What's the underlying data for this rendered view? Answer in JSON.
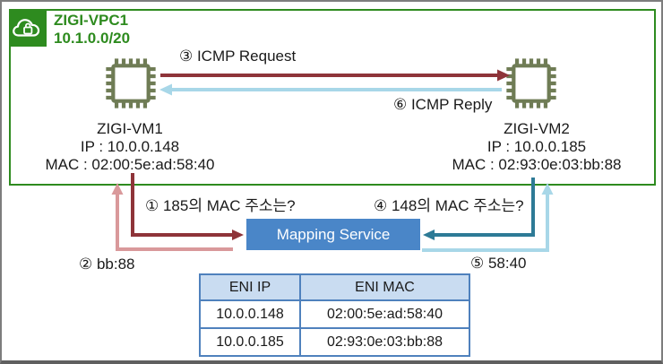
{
  "vpc": {
    "name": "ZIGI-VPC1",
    "cidr": "10.1.0.0/20"
  },
  "vms": [
    {
      "name": "ZIGI-VM1",
      "ip": "IP : 10.0.0.148",
      "mac": "MAC : 02:00:5e:ad:58:40"
    },
    {
      "name": "ZIGI-VM2",
      "ip": "IP : 10.0.0.185",
      "mac": "MAC : 02:93:0e:03:bb:88"
    }
  ],
  "flows": {
    "icmp_request": "③ ICMP Request",
    "icmp_reply": "⑥ ICMP Reply",
    "query_vm1": "① 185의 MAC 주소는?",
    "answer_vm1": "② bb:88",
    "query_vm2": "④ 148의 MAC 주소는?",
    "answer_vm2": "⑤ 58:40"
  },
  "mapping_service": {
    "label": "Mapping Service"
  },
  "eni_table": {
    "headers": [
      "ENI IP",
      "ENI MAC"
    ],
    "rows": [
      [
        "10.0.0.148",
        "02:00:5e:ad:58:40"
      ],
      [
        "10.0.0.185",
        "02:93:0e:03:bb:88"
      ]
    ]
  },
  "colors": {
    "vpc_green": "#2e8b1f",
    "chip_olive": "#6f7c55",
    "request_red": "#8e3439",
    "reply_light_blue": "#a8d7e8",
    "query_teal": "#2d7a96",
    "answer_pink": "#d9999b",
    "mapping_blue": "#4a86c8",
    "table_border_blue": "#4f81bd",
    "table_header_bg": "#c9dcf1"
  }
}
